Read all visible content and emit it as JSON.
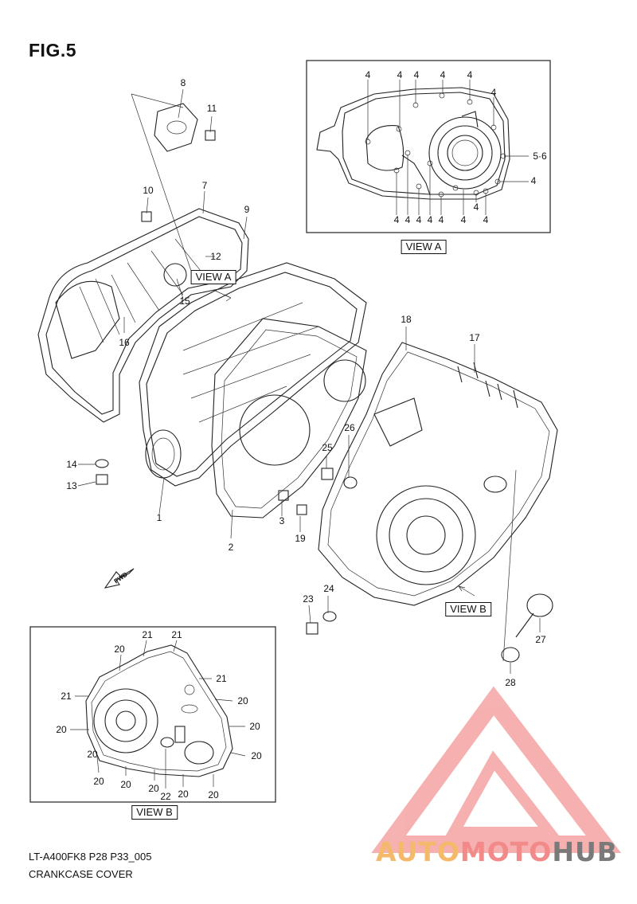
{
  "figure": {
    "title": "FIG.5",
    "code": "LT-A400FK8 P28 P33_005",
    "name": "CRANKCASE COVER"
  },
  "views": {
    "view_a": "VIEW A",
    "view_b": "VIEW B",
    "fwd": "FWD"
  },
  "brand": {
    "part1": "AUTO",
    "part2": "MOTO",
    "part3": "HUB",
    "colors": {
      "auto": "#f4b96a",
      "moto": "#f28a8a",
      "hub": "#7a7a7a",
      "logo": "#f5a3a3"
    }
  },
  "callouts": {
    "main": [
      "8",
      "11",
      "10",
      "7",
      "9",
      "12",
      "15",
      "16",
      "14",
      "13",
      "1",
      "2",
      "3",
      "19",
      "25",
      "26",
      "18",
      "17",
      "23",
      "24",
      "27",
      "28"
    ],
    "view_a_top": [
      "4",
      "4",
      "4",
      "4",
      "4",
      "4"
    ],
    "view_a_right": [
      "5·6",
      "4"
    ],
    "view_a_bottom": [
      "4",
      "4",
      "4",
      "4",
      "4",
      "4",
      "4",
      "4"
    ],
    "view_b": [
      "21",
      "21",
      "20",
      "21",
      "21",
      "20",
      "20",
      "20",
      "20",
      "20",
      "20",
      "20",
      "20",
      "22",
      "20",
      "20"
    ]
  }
}
